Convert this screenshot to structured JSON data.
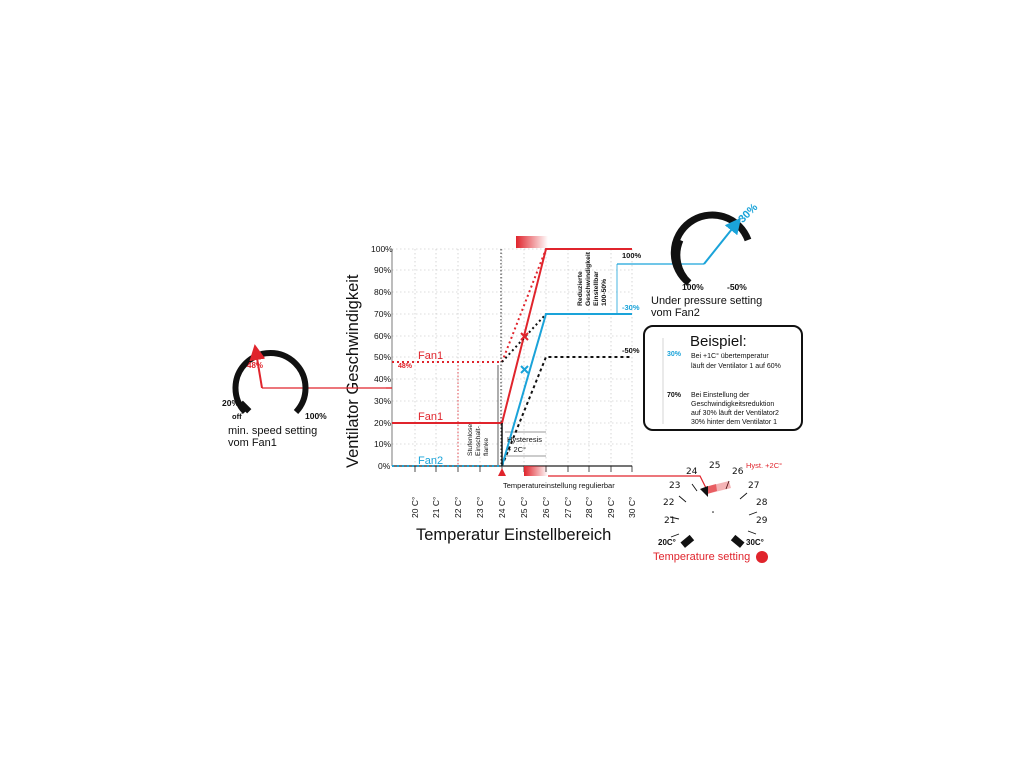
{
  "chart": {
    "y_title": "Ventilator Geschwindigkeit",
    "x_title": "Temperatur Einstellbereich",
    "y_ticks": [
      "100%",
      "90%",
      "80%",
      "70%",
      "60%",
      "50%",
      "40%",
      "30%",
      "20%",
      "10%",
      "0%"
    ],
    "x_ticks": [
      "20 C°",
      "21 C°",
      "22 C°",
      "23 C°",
      "24 C°",
      "25 C°",
      "26 C°",
      "27 C°",
      "28 C°",
      "29 C°",
      "30 C°"
    ],
    "fan1_top_label": "Fan1",
    "fan1_top_pct": "48%",
    "fan1_bottom_label": "Fan1",
    "fan2_label": "Fan2",
    "stufenlose": [
      "Stufenlose",
      "Einschalt-",
      "flanke"
    ],
    "hysteresis": [
      "Hysteresis",
      "+ 2C°"
    ],
    "temp_reg": "Temperatureinstellung regulierbar",
    "reduzierte": [
      "Reduzierte",
      "Geschwindigkeit",
      "Einstellbar",
      "100-50%"
    ],
    "right_100": "100%",
    "right_m30": "-30%",
    "right_m50": "-50%"
  },
  "dial_fan1": {
    "value": "48%",
    "min_label": "20%",
    "off_label": "off",
    "max_label": "100%",
    "caption1": "min. speed setting",
    "caption2": "vom Fan1"
  },
  "dial_fan2": {
    "value": "-30%",
    "left_label": "100%",
    "right_label": "-50%",
    "caption1": "Under pressure setting",
    "caption2": "vom Fan2"
  },
  "dial_temp": {
    "numbers": [
      "21",
      "22",
      "23",
      "24",
      "25",
      "26",
      "27",
      "28",
      "29"
    ],
    "hyst": "Hyst. +2C°",
    "min_label": "20C°",
    "max_label": "30C°",
    "caption": "Temperature setting"
  },
  "example": {
    "title": "Beispiel:",
    "pct1": "30%",
    "text1a": "Bei +1C° übertemperatur",
    "text1b": "läuft der Ventilator 1 auf 60%",
    "pct2": "70%",
    "text2a": "Bei Einstellung der",
    "text2b": "Geschwindigkeitsreduktion",
    "text2c": "auf 30% läuft der Ventilator2",
    "text2d": "30% hinter dem Ventilator 1"
  },
  "colors": {
    "red": "#e0242c",
    "blue": "#1aa3d9",
    "black": "#111111"
  }
}
